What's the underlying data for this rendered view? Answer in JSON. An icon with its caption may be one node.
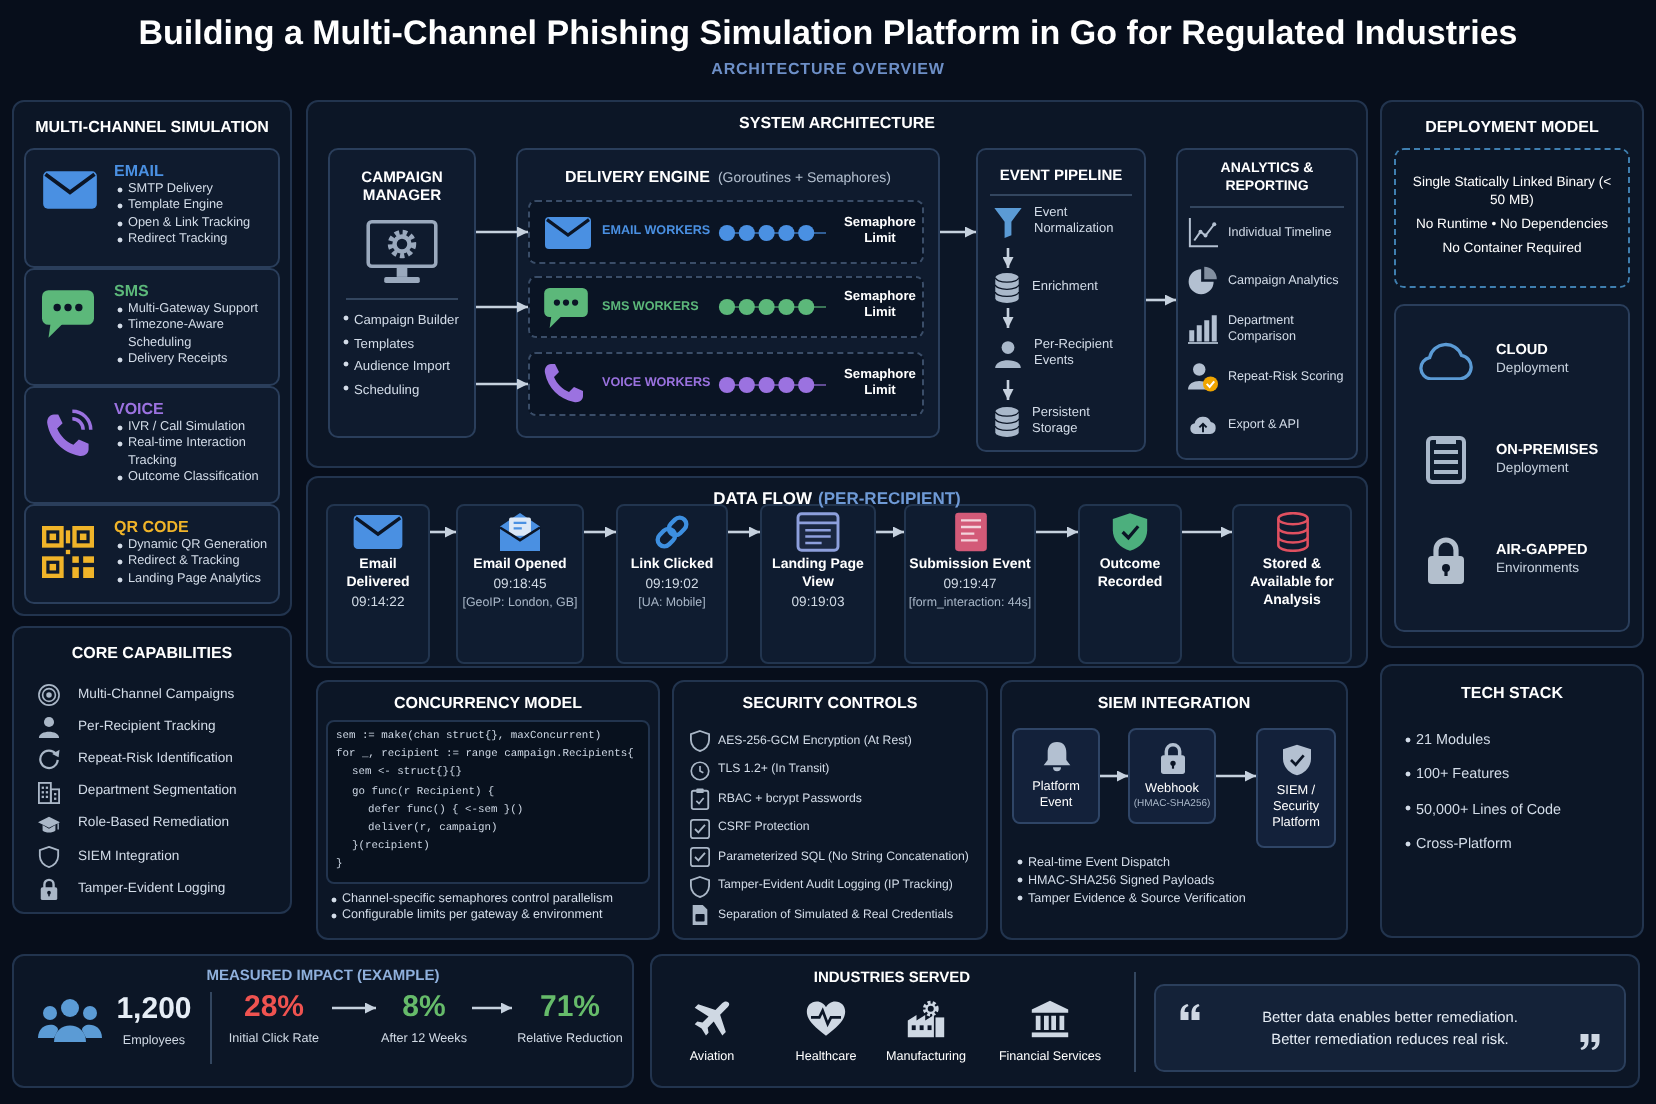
{
  "diagram": {
    "title": "Building a Multi-Channel Phishing Simulation Platform in Go for Regulated Industries",
    "nodes": [
      {
        "text": [
          "MULTI-CHANNEL SIMULATION"
        ]
      },
      {
        "text": [
          "EMAIL",
          "SMTP Delivery",
          "Template Engine",
          "Open & Link Tracking",
          "Redirect Tracking"
        ],
        "in": 0
      },
      {
        "text": [
          "SMS",
          "Multi-Gateway Support",
          "Timezone-Aware Scheduling",
          "Delivery Receipts"
        ],
        "in": 0
      },
      {
        "text": [
          "VOICE",
          "IVR / Call Simulation",
          "Real-time Interaction Tracking",
          "Outcome Classification"
        ],
        "in": 0
      },
      {
        "text": [
          "QR CODE",
          "Dynamic QR Generation",
          "Redirect & Tracking",
          "Landing Page Analytics"
        ],
        "in": 0
      },
      {
        "text": [
          "CORE CAPABILITIES",
          "Multi-Channel Campaigns",
          "Per-Recipient Tracking",
          "Repeat-Risk Identification",
          "Department Segmentation",
          "Role-Based Remediation",
          "SIEM Integration",
          "Tamper-Evident Logging"
        ]
      },
      {
        "text": [
          "SYSTEM ARCHITECTURE"
        ]
      },
      {
        "text": [
          "CAMPAIGN MANAGER",
          "Campaign Builder",
          "Templates",
          "Audience Import",
          "Scheduling"
        ],
        "in": 6
      },
      {
        "text": [
          "DELIVERY ENGINE",
          "(Goroutines + Semaphores)"
        ],
        "in": 6
      },
      {
        "text": [
          "EMAIL WORKERS",
          "Semaphore Limit"
        ],
        "in": 8
      },
      {
        "text": [
          "SMS WORKERS",
          "Semaphore Limit"
        ],
        "in": 8
      },
      {
        "text": [
          "VOICE WORKERS",
          "Semaphore Limit"
        ],
        "in": 8
      },
      {
        "text": [
          "EVENT PIPELINE"
        ],
        "in": 6
      },
      {
        "text": [
          "Event Normalization"
        ],
        "in": 12
      },
      {
        "text": [
          "Enrichment"
        ],
        "in": 12
      },
      {
        "text": [
          "Per-Recipient Events"
        ],
        "in": 12
      },
      {
        "text": [
          "Persistent Storage"
        ],
        "in": 12
      },
      {
        "text": [
          "ANALYTICS & REPORTING",
          "Individual Timeline",
          "Campaign Analytics",
          "Department Comparison",
          "Repeat-Risk Scoring",
          "Export & API"
        ],
        "in": 6
      },
      {
        "text": [
          "DATA FLOW",
          "(PER-RECIPIENT)"
        ]
      },
      {
        "text": [
          "Email Delivered",
          "09:14:22"
        ],
        "in": 18
      },
      {
        "text": [
          "Email Opened",
          "09:18:45",
          "[GeoIP: London, GB]"
        ],
        "in": 18
      },
      {
        "text": [
          "Link Clicked",
          "09:19:02",
          "[UA: Mobile]"
        ],
        "in": 18
      },
      {
        "text": [
          "Landing Page View",
          "09:19:03"
        ],
        "in": 18
      },
      {
        "text": [
          "Submission Event",
          "09:19:47",
          "[form_interaction: 44s]"
        ],
        "in": 18
      },
      {
        "text": [
          "Outcome Recorded"
        ],
        "in": 18
      },
      {
        "text": [
          "Stored & Available for Analysis"
        ],
        "in": 18
      },
      {
        "text": [
          "CONCURRENCY MODEL",
          "Channel-specific semaphores control parallelism",
          "Configurable limits per gateway & environment"
        ]
      },
      {
        "text": [
          "sem := make(chan struct{}, maxConcurrent)",
          "for _, recipient := range campaign.Recipients{",
          "sem <- struct{}{}",
          "go func(r Recipient) {",
          "defer func() { <-sem }()",
          "deliver(r, campaign)",
          "}(recipient)",
          "}"
        ],
        "in": 26
      },
      {
        "text": [
          "SECURITY CONTROLS",
          "AES-256-GCM Encryption (At Rest)",
          "TLS 1.2+ (In Transit)",
          "RBAC + bcrypt Passwords",
          "CSRF Protection",
          "Parameterized SQL (No String Concatenation)",
          "Tamper-Evident Audit Logging (IP Tracking)",
          "Separation of Simulated & Real Credentials"
        ]
      },
      {
        "text": [
          "SIEM INTEGRATION",
          "Real-time Event Dispatch",
          "HMAC-SHA256 Signed Payloads",
          "Tamper Evidence & Source Verification"
        ]
      },
      {
        "text": [
          "Platform Event"
        ],
        "in": 29
      },
      {
        "text": [
          "Webhook",
          "(HMAC-SHA256)"
        ],
        "in": 29
      },
      {
        "text": [
          "SIEM / Security Platform"
        ],
        "in": 29
      },
      {
        "text": [
          "DEPLOYMENT MODEL"
        ]
      },
      {
        "text": [
          "Single Statically Linked Binary (< 50 MB)",
          "No Runtime • No Dependencies",
          "No Container Required"
        ],
        "in": 33
      },
      {
        "text": [
          "CLOUD",
          "Deployment",
          "ON-PREMISES",
          "Deployment",
          "AIR-GAPPED",
          "Environments"
        ],
        "in": 33
      },
      {
        "text": [
          "TECH STACK",
          "21 Modules",
          "100+ Features",
          "50,000+ Lines of Code",
          "Cross-Platform"
        ]
      },
      {
        "text": [
          "MEASURED IMPACT (EXAMPLE)",
          "1,200",
          "Employees"
        ]
      },
      {
        "text": [
          "28%",
          "Initial Click Rate"
        ],
        "in": 37
      },
      {
        "text": [
          "8%",
          "After 12 Weeks"
        ],
        "in": 37
      },
      {
        "text": [
          "71%",
          "Relative Reduction"
        ],
        "in": 37
      },
      {
        "text": [
          "INDUSTRIES SERVED",
          "Aviation",
          "Healthcare",
          "Manufacturing",
          "Financial Services"
        ]
      },
      {
        "text": [
          "Better data enables better remediation. Better remediation reduces real risk."
        ],
        "in": 41
      }
    ],
    "edges": [
      {
        "from": 7,
        "to": 9,
        "arrow": "to"
      },
      {
        "from": 7,
        "to": 10,
        "arrow": "to"
      },
      {
        "from": 7,
        "to": 11,
        "arrow": "to"
      },
      {
        "from": 8,
        "to": 12,
        "arrow": "to"
      },
      {
        "from": 12,
        "to": 17,
        "arrow": "to"
      },
      {
        "from": 13,
        "to": 14,
        "arrow": "to"
      },
      {
        "from": 14,
        "to": 15,
        "arrow": "to"
      },
      {
        "from": 15,
        "to": 16,
        "arrow": "to"
      },
      {
        "from": 19,
        "to": 20,
        "arrow": "to"
      },
      {
        "from": 20,
        "to": 21,
        "arrow": "to"
      },
      {
        "from": 21,
        "to": 22,
        "arrow": "to"
      },
      {
        "from": 22,
        "to": 23,
        "arrow": "to"
      },
      {
        "from": 23,
        "to": 24,
        "arrow": "to"
      },
      {
        "from": 24,
        "to": 25,
        "arrow": "to"
      },
      {
        "from": 30,
        "to": 31,
        "arrow": "to"
      },
      {
        "from": 31,
        "to": 32,
        "arrow": "to"
      },
      {
        "from": 38,
        "to": 39,
        "arrow": "to"
      },
      {
        "from": 39,
        "to": 40,
        "arrow": "to"
      }
    ],
    "labels": [
      "ARCHITECTURE OVERVIEW"
    ]
  }
}
